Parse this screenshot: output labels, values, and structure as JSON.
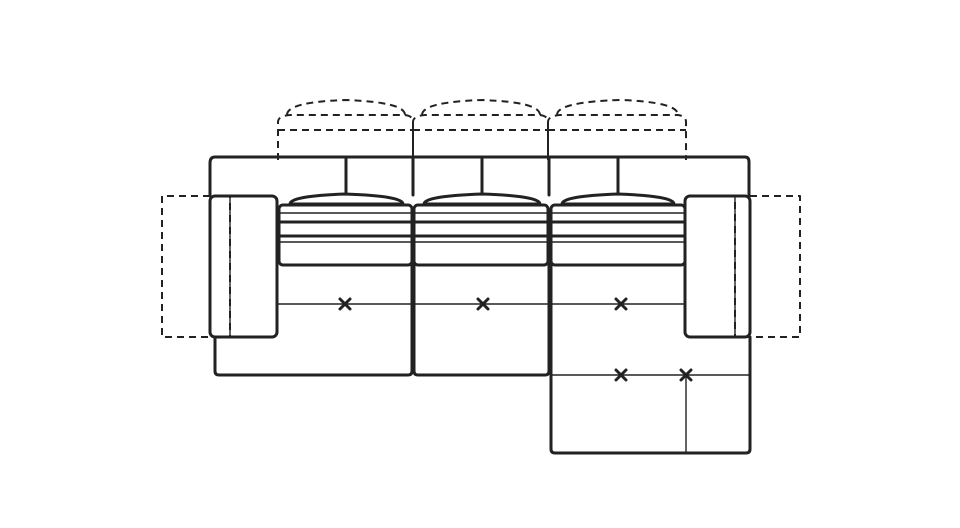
{
  "diagram": {
    "colors": {
      "ink": "#222222",
      "background": "#ffffff"
    },
    "seat_modules": [
      "left",
      "middle",
      "right"
    ],
    "recliner_markers": 5
  }
}
